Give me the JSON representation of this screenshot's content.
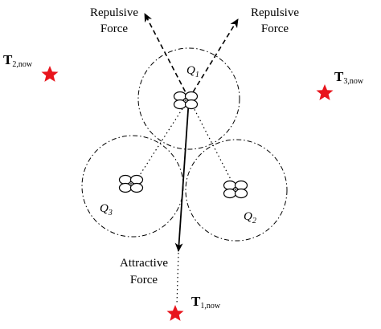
{
  "labels": {
    "repulsive_left_1": "Repulsive",
    "repulsive_left_2": "Force",
    "repulsive_right_1": "Repulsive",
    "repulsive_right_2": "Force",
    "attractive_1": "Attractive",
    "attractive_2": "Force"
  },
  "drones": {
    "q1": {
      "letter": "Q",
      "sub": "1"
    },
    "q2": {
      "letter": "Q",
      "sub": "2"
    },
    "q3": {
      "letter": "Q",
      "sub": "3"
    }
  },
  "targets": {
    "t1": {
      "letter": "T",
      "sub": "1,now"
    },
    "t2": {
      "letter": "T",
      "sub": "2,now"
    },
    "t3": {
      "letter": "T",
      "sub": "3,now"
    }
  },
  "colors": {
    "star": "#e8141c",
    "line": "#000000"
  },
  "icons": {
    "target": "star-icon",
    "drone": "quadrotor-icon"
  }
}
